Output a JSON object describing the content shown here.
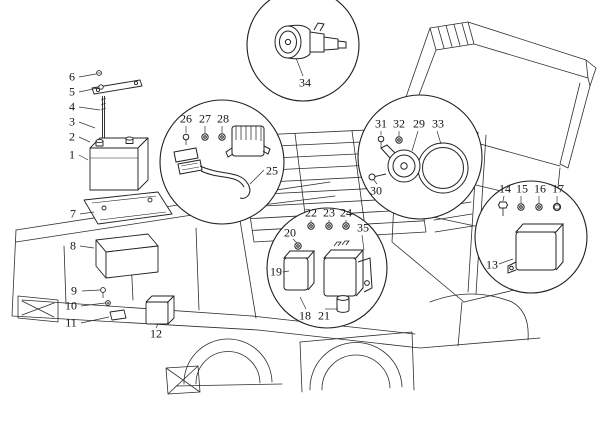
{
  "colors": {
    "ink": "#2d2d2d",
    "background": "#ffffff",
    "callout_stroke": "#1f1f1f"
  },
  "parts": [
    {
      "num": "1"
    },
    {
      "num": "2"
    },
    {
      "num": "3"
    },
    {
      "num": "4"
    },
    {
      "num": "5"
    },
    {
      "num": "6"
    },
    {
      "num": "7"
    },
    {
      "num": "8"
    },
    {
      "num": "9"
    },
    {
      "num": "10"
    },
    {
      "num": "11"
    },
    {
      "num": "12"
    },
    {
      "num": "13"
    },
    {
      "num": "14"
    },
    {
      "num": "15"
    },
    {
      "num": "16"
    },
    {
      "num": "17"
    },
    {
      "num": "18"
    },
    {
      "num": "19"
    },
    {
      "num": "20"
    },
    {
      "num": "21"
    },
    {
      "num": "22"
    },
    {
      "num": "23"
    },
    {
      "num": "24"
    },
    {
      "num": "25"
    },
    {
      "num": "26"
    },
    {
      "num": "27"
    },
    {
      "num": "28"
    },
    {
      "num": "29"
    },
    {
      "num": "30"
    },
    {
      "num": "31"
    },
    {
      "num": "32"
    },
    {
      "num": "33"
    },
    {
      "num": "34"
    },
    {
      "num": "35"
    }
  ]
}
